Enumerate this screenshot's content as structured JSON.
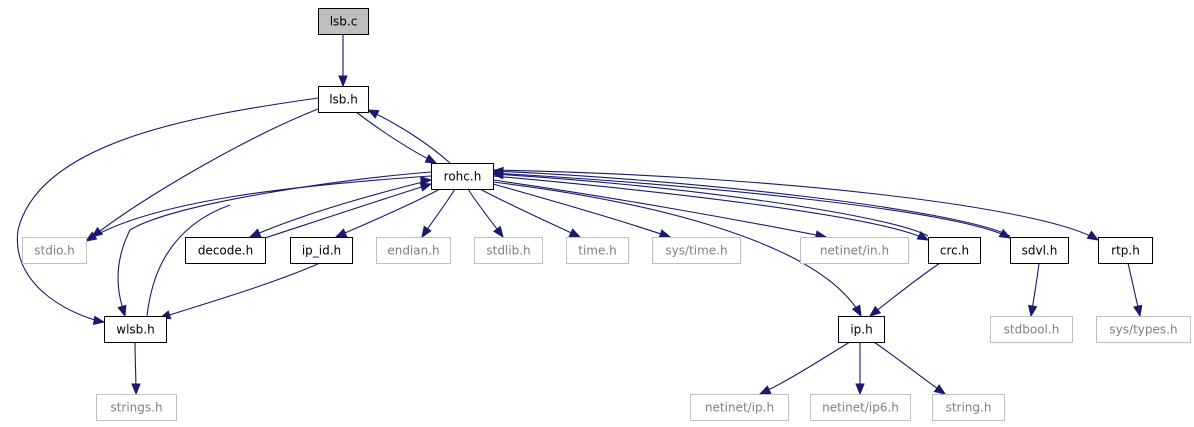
{
  "diagram": {
    "colors": {
      "edge": "#191970",
      "root_fill": "#bfbfbf",
      "root_border": "#000000",
      "documented_border": "#000000",
      "external_border": "#bfbfbf",
      "documented_text": "#000000",
      "external_text": "#7f7f7f"
    },
    "nodes": [
      {
        "id": "lsb_c",
        "label": "lsb.c",
        "kind": "root"
      },
      {
        "id": "lsb_h",
        "label": "lsb.h",
        "kind": "documented"
      },
      {
        "id": "rohc_h",
        "label": "rohc.h",
        "kind": "documented"
      },
      {
        "id": "stdio_h",
        "label": "stdio.h",
        "kind": "external"
      },
      {
        "id": "decode_h",
        "label": "decode.h",
        "kind": "documented"
      },
      {
        "id": "ip_id_h",
        "label": "ip_id.h",
        "kind": "documented"
      },
      {
        "id": "endian_h",
        "label": "endian.h",
        "kind": "external"
      },
      {
        "id": "stdlib_h",
        "label": "stdlib.h",
        "kind": "external"
      },
      {
        "id": "time_h",
        "label": "time.h",
        "kind": "external"
      },
      {
        "id": "sys_time_h",
        "label": "sys/time.h",
        "kind": "external"
      },
      {
        "id": "netinet_in_h",
        "label": "netinet/in.h",
        "kind": "external"
      },
      {
        "id": "crc_h",
        "label": "crc.h",
        "kind": "documented"
      },
      {
        "id": "sdvl_h",
        "label": "sdvl.h",
        "kind": "documented"
      },
      {
        "id": "rtp_h",
        "label": "rtp.h",
        "kind": "documented"
      },
      {
        "id": "wlsb_h",
        "label": "wlsb.h",
        "kind": "documented"
      },
      {
        "id": "ip_h",
        "label": "ip.h",
        "kind": "documented"
      },
      {
        "id": "stdbool_h",
        "label": "stdbool.h",
        "kind": "external"
      },
      {
        "id": "sys_types_h",
        "label": "sys/types.h",
        "kind": "external"
      },
      {
        "id": "strings_h",
        "label": "strings.h",
        "kind": "external"
      },
      {
        "id": "netinet_ip_h",
        "label": "netinet/ip.h",
        "kind": "external"
      },
      {
        "id": "netinet_ip6_h",
        "label": "netinet/ip6.h",
        "kind": "external"
      },
      {
        "id": "string_h",
        "label": "string.h",
        "kind": "external"
      }
    ],
    "edges": [
      {
        "from": "lsb_c",
        "to": "lsb_h"
      },
      {
        "from": "lsb_h",
        "to": "rohc_h"
      },
      {
        "from": "lsb_h",
        "to": "stdio_h"
      },
      {
        "from": "lsb_h",
        "to": "wlsb_h"
      },
      {
        "from": "rohc_h",
        "to": "lsb_h"
      },
      {
        "from": "rohc_h",
        "to": "stdio_h"
      },
      {
        "from": "rohc_h",
        "to": "decode_h"
      },
      {
        "from": "rohc_h",
        "to": "ip_id_h"
      },
      {
        "from": "rohc_h",
        "to": "endian_h"
      },
      {
        "from": "rohc_h",
        "to": "stdlib_h"
      },
      {
        "from": "rohc_h",
        "to": "time_h"
      },
      {
        "from": "rohc_h",
        "to": "sys_time_h"
      },
      {
        "from": "rohc_h",
        "to": "netinet_in_h"
      },
      {
        "from": "rohc_h",
        "to": "crc_h"
      },
      {
        "from": "rohc_h",
        "to": "sdvl_h"
      },
      {
        "from": "rohc_h",
        "to": "rtp_h"
      },
      {
        "from": "rohc_h",
        "to": "wlsb_h"
      },
      {
        "from": "rohc_h",
        "to": "ip_h"
      },
      {
        "from": "decode_h",
        "to": "rohc_h"
      },
      {
        "from": "ip_id_h",
        "to": "wlsb_h"
      },
      {
        "from": "crc_h",
        "to": "rohc_h"
      },
      {
        "from": "crc_h",
        "to": "ip_h"
      },
      {
        "from": "sdvl_h",
        "to": "rohc_h"
      },
      {
        "from": "sdvl_h",
        "to": "stdbool_h"
      },
      {
        "from": "rtp_h",
        "to": "sys_types_h"
      },
      {
        "from": "wlsb_h",
        "to": "rohc_h"
      },
      {
        "from": "wlsb_h",
        "to": "strings_h"
      },
      {
        "from": "ip_h",
        "to": "netinet_ip_h"
      },
      {
        "from": "ip_h",
        "to": "netinet_ip6_h"
      },
      {
        "from": "ip_h",
        "to": "string_h"
      }
    ]
  }
}
